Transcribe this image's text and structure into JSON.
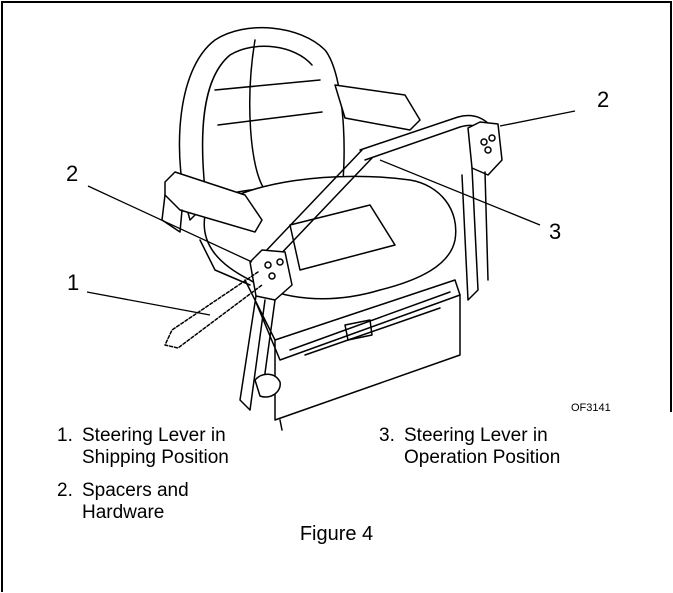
{
  "figure": {
    "caption": "Figure 4",
    "image_code": "OF3141",
    "callouts": [
      "2",
      "2",
      "1",
      "3"
    ],
    "legend": [
      {
        "number": "1.",
        "line1": "Steering Lever in",
        "line2": "Shipping Position"
      },
      {
        "number": "2.",
        "line1": "Spacers and",
        "line2": "Hardware"
      },
      {
        "number": "3.",
        "line1": "Steering Lever in",
        "line2": "Operation Position"
      }
    ]
  }
}
